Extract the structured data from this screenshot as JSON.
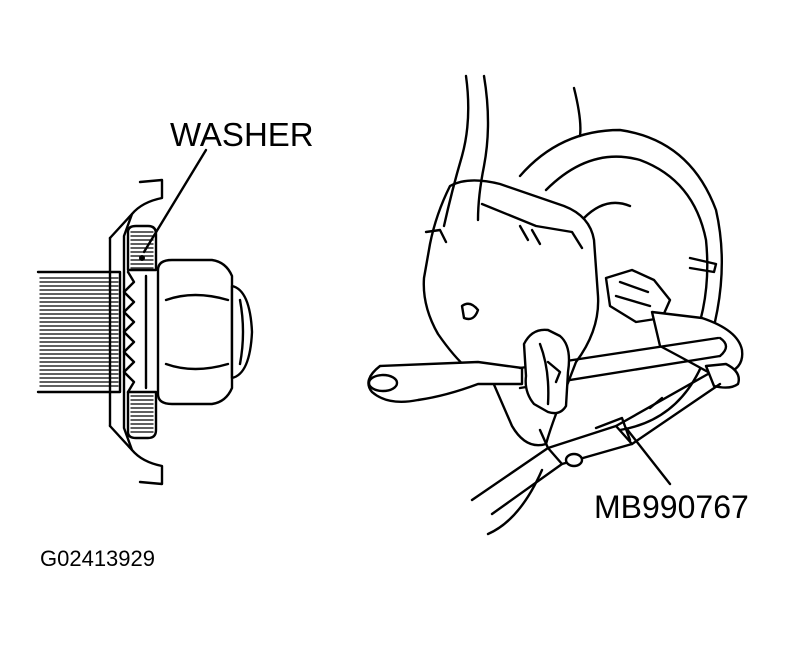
{
  "labels": {
    "washer": "WASHER",
    "tool": "MB990767",
    "figure_id": "G02413929"
  },
  "colors": {
    "ink": "#000000",
    "paper": "#ffffff"
  }
}
